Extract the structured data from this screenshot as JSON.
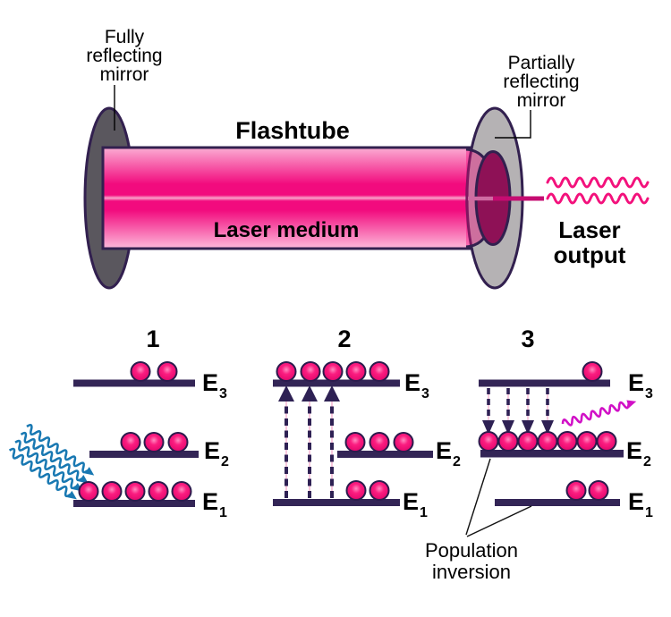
{
  "cavity": {
    "fully_mirror": [
      "Fully",
      "reflecting",
      "mirror"
    ],
    "partially_mirror": [
      "Partially",
      "reflecting",
      "mirror"
    ],
    "flashtube": "Flashtube",
    "laser_medium": "Laser medium",
    "laser_output": [
      "Laser",
      "output"
    ]
  },
  "levels": {
    "base": "E",
    "subs": [
      "3",
      "2",
      "1"
    ]
  },
  "stages": {
    "numbers": [
      "1",
      "2",
      "3"
    ],
    "ball_counts": [
      {
        "E3": 2,
        "E2": 3,
        "E1": 5
      },
      {
        "E3": 5,
        "E2": 3,
        "E1": 2
      },
      {
        "E3": 1,
        "E2": 7,
        "E1": 2
      }
    ],
    "pump_arrows_stage_2": 3,
    "decay_arrows_stage_3": 4
  },
  "population_inversion": [
    "Population",
    "inversion"
  ],
  "colors": {
    "hot_pink": "#f20b7e",
    "light_pink": "#fbadd3",
    "wave_pink": "#f3117c",
    "beam_magenta": "#c50c71",
    "dark_outline": "#32204f",
    "bar_navy": "#332556",
    "mirror_dark_gray": "#5a575e",
    "mirror_light_gray": "#b5b2b4",
    "medium_end_magenta": "#8e1156",
    "pump_blue": "#1878b2",
    "photon_violet": "#d110c6"
  }
}
